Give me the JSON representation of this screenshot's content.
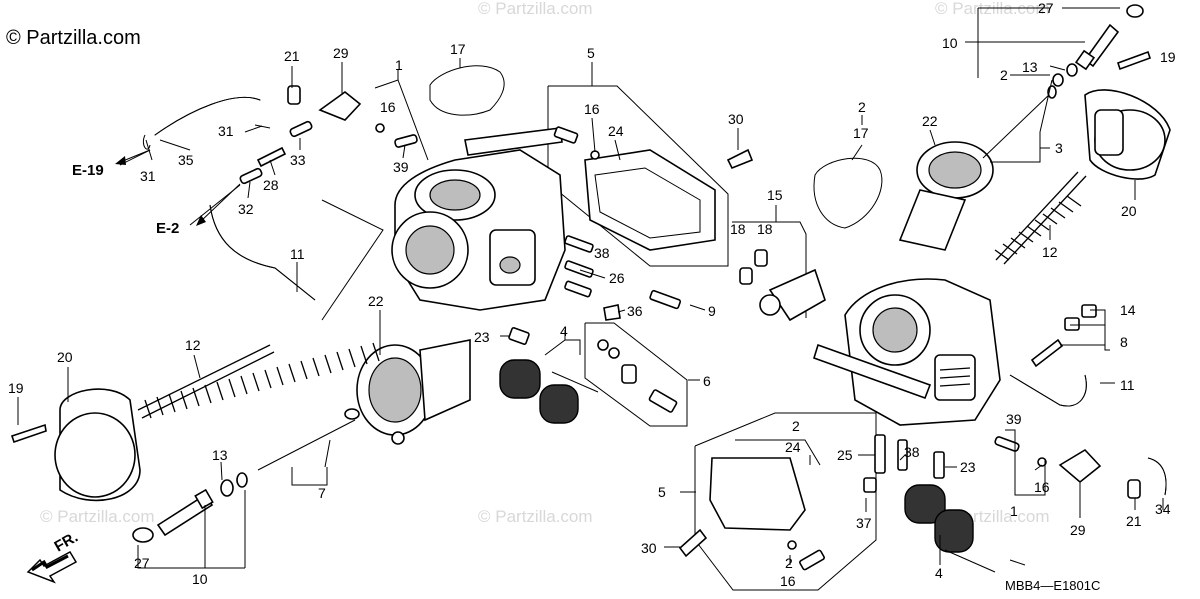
{
  "copyright": "© Partzilla.com",
  "watermark": "© Partzilla.com",
  "diagram_code": "MBB4—E1801C",
  "front_label": "FR.",
  "references": [
    "E-19",
    "E-2"
  ],
  "callouts": [
    {
      "id": "c27a",
      "text": "27"
    },
    {
      "id": "c10a",
      "text": "10"
    },
    {
      "id": "c13a",
      "text": "13"
    },
    {
      "id": "c2a",
      "text": "2"
    },
    {
      "id": "c19a",
      "text": "19"
    },
    {
      "id": "c3",
      "text": "3"
    },
    {
      "id": "c20a",
      "text": "20"
    },
    {
      "id": "c12a",
      "text": "12"
    },
    {
      "id": "c2b",
      "text": "2"
    },
    {
      "id": "c17a",
      "text": "17"
    },
    {
      "id": "c22a",
      "text": "22"
    },
    {
      "id": "c21a",
      "text": "21"
    },
    {
      "id": "c29a",
      "text": "29"
    },
    {
      "id": "c1a",
      "text": "1"
    },
    {
      "id": "c16a",
      "text": "16"
    },
    {
      "id": "c17b",
      "text": "17"
    },
    {
      "id": "c5a",
      "text": "5"
    },
    {
      "id": "c16b",
      "text": "16"
    },
    {
      "id": "c24a",
      "text": "24"
    },
    {
      "id": "c30a",
      "text": "30"
    },
    {
      "id": "c31a",
      "text": "31"
    },
    {
      "id": "c35",
      "text": "35"
    },
    {
      "id": "c31b",
      "text": "31"
    },
    {
      "id": "c33",
      "text": "33"
    },
    {
      "id": "c39a",
      "text": "39"
    },
    {
      "id": "c28",
      "text": "28"
    },
    {
      "id": "c32",
      "text": "32"
    },
    {
      "id": "c15",
      "text": "15"
    },
    {
      "id": "c18a",
      "text": "18"
    },
    {
      "id": "c18b",
      "text": "18"
    },
    {
      "id": "c11a",
      "text": "11"
    },
    {
      "id": "c38a",
      "text": "38"
    },
    {
      "id": "c26",
      "text": "26"
    },
    {
      "id": "c36",
      "text": "36"
    },
    {
      "id": "c9",
      "text": "9"
    },
    {
      "id": "c22b",
      "text": "22"
    },
    {
      "id": "c14",
      "text": "14"
    },
    {
      "id": "c8",
      "text": "8"
    },
    {
      "id": "c23a",
      "text": "23"
    },
    {
      "id": "c4a",
      "text": "4"
    },
    {
      "id": "c6",
      "text": "6"
    },
    {
      "id": "c11b",
      "text": "11"
    },
    {
      "id": "c12b",
      "text": "12"
    },
    {
      "id": "c20b",
      "text": "20"
    },
    {
      "id": "c19b",
      "text": "19"
    },
    {
      "id": "c7",
      "text": "7"
    },
    {
      "id": "c13b",
      "text": "13"
    },
    {
      "id": "c2c",
      "text": "2"
    },
    {
      "id": "c24b",
      "text": "24"
    },
    {
      "id": "c25",
      "text": "25"
    },
    {
      "id": "c38b",
      "text": "38"
    },
    {
      "id": "c23b",
      "text": "23"
    },
    {
      "id": "c39b",
      "text": "39"
    },
    {
      "id": "c16c",
      "text": "16"
    },
    {
      "id": "c34",
      "text": "34"
    },
    {
      "id": "c5b",
      "text": "5"
    },
    {
      "id": "c37",
      "text": "37"
    },
    {
      "id": "c1b",
      "text": "1"
    },
    {
      "id": "c29b",
      "text": "29"
    },
    {
      "id": "c21b",
      "text": "21"
    },
    {
      "id": "c27b",
      "text": "27"
    },
    {
      "id": "c10b",
      "text": "10"
    },
    {
      "id": "c30b",
      "text": "30"
    },
    {
      "id": "c2d",
      "text": "2"
    },
    {
      "id": "c16d",
      "text": "16"
    },
    {
      "id": "c4b",
      "text": "4"
    }
  ]
}
